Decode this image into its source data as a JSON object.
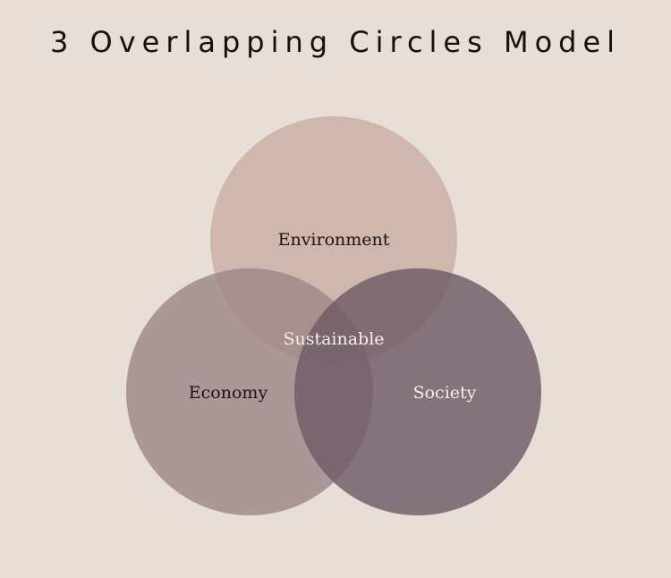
{
  "title": "3 Overlapping Circles Model",
  "circles": [
    {
      "key": "environment",
      "label": "Environment",
      "fill": "#c9aea5",
      "text_color": "#1a1414"
    },
    {
      "key": "economy",
      "label": "Economy",
      "fill": "#9d868a",
      "text_color": "#1a1414"
    },
    {
      "key": "society",
      "label": "Society",
      "fill": "#6f5b67",
      "text_color": "#f4eeec"
    }
  ],
  "center": {
    "label": "Sustainable",
    "text_color": "#f4eeec"
  },
  "colors": {
    "background": "#e7ded8",
    "title": "#111111"
  }
}
